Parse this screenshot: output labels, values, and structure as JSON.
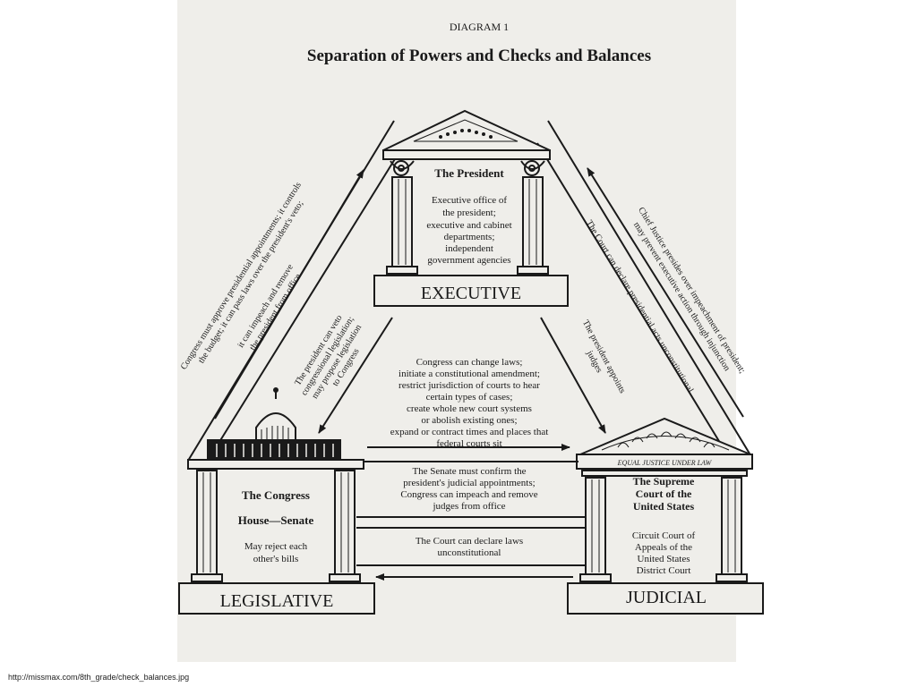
{
  "diagram": {
    "label": "DIAGRAM 1",
    "title": "Separation of Powers and Checks and Balances"
  },
  "executive": {
    "name": "EXECUTIVE",
    "heading": "The President",
    "desc": [
      "Executive office of",
      "the president;",
      "executive and cabinet",
      "departments;",
      "independent",
      "government agencies"
    ]
  },
  "legislative": {
    "name": "LEGISLATIVE",
    "heading": "The Congress",
    "subheading": "House—Senate",
    "desc": [
      "May reject each",
      "other's bills"
    ]
  },
  "judicial": {
    "name": "JUDICIAL",
    "frieze": "EQUAL JUSTICE UNDER LAW",
    "heading": [
      "The Supreme",
      "Court of the",
      "United States"
    ],
    "desc": [
      "Circuit Court of",
      "Appeals of the",
      "United States",
      "District Court"
    ]
  },
  "checks": {
    "center": [
      "Congress can change laws;",
      "initiate a constitutional amendment;",
      "restrict jurisdiction of courts to hear",
      "certain types of cases;",
      "create whole new court systems",
      "or abolish existing ones;",
      "expand or contract times and places that",
      "federal courts sit"
    ],
    "senate": [
      "The Senate must confirm the",
      "president's judicial appointments;",
      "Congress can impeach and remove",
      "judges from office"
    ],
    "court_laws": [
      "The Court can declare laws",
      "unconstitutional"
    ],
    "leg_to_exec_outer": [
      "Congress must approve presidential appointments; it controls",
      "the budget; it can pass laws over the president's veto;"
    ],
    "leg_to_exec_inner": [
      "it can impeach and remove",
      "the president from office"
    ],
    "exec_to_leg": [
      "The president can veto",
      "congressional legislation;",
      "may propose legislation",
      "to Congress"
    ],
    "exec_to_jud": [
      "The president appoints",
      "judges"
    ],
    "jud_to_exec_inner": [
      "The Court can declare presidential acts unconstitutional"
    ],
    "jud_to_exec_outer": [
      "Chief Justice presides over impeachment of president;",
      "may prevent executive action through injunction"
    ]
  },
  "source_url": "http://missmax.com/8th_grade/check_balances.jpg"
}
